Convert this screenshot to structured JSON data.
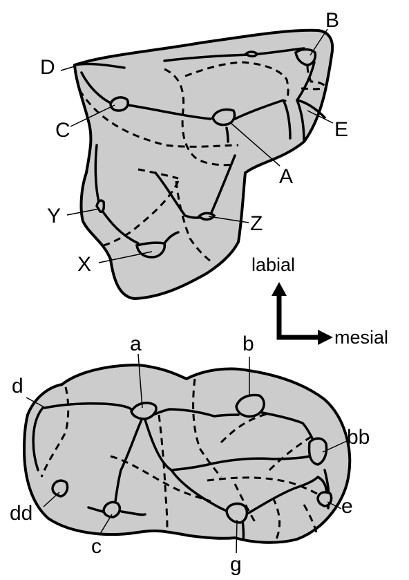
{
  "upper_tooth": {
    "labels": {
      "A": "A",
      "B": "B",
      "C": "C",
      "D": "D",
      "E": "E",
      "X": "X",
      "Y": "Y",
      "Z": "Z"
    }
  },
  "lower_tooth": {
    "labels": {
      "a": "a",
      "b": "b",
      "bb": "bb",
      "c": "c",
      "d": "d",
      "dd": "dd",
      "e": "e",
      "g": "g"
    }
  },
  "orientation": {
    "vertical_label": "labial",
    "horizontal_label": "mesial"
  },
  "colors": {
    "fill": "#cccccc",
    "stroke": "#000000"
  }
}
